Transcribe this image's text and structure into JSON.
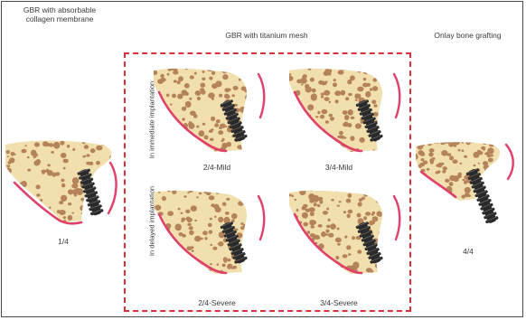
{
  "headers": {
    "left": [
      "GBR with absorbable",
      "collagen membrane"
    ],
    "middle": "GBR with titanium mesh",
    "right": "Onlay bone grafting"
  },
  "rows": {
    "top": "In immediate implantation",
    "bottom": "In delayed implantation"
  },
  "labels": {
    "left": "1/4",
    "mid_top_left": "2/4-Mild",
    "mid_top_right": "3/4-Mild",
    "mid_bottom_left": "2/4-Severe",
    "mid_bottom_right": "3/4-Severe",
    "right": "4/4"
  },
  "colors": {
    "bone": "#f2dfae",
    "granule": "#b5835a",
    "gingiva": "#e0406a",
    "implant": "#2a2a2a",
    "dashed_box": "#d9303a"
  }
}
